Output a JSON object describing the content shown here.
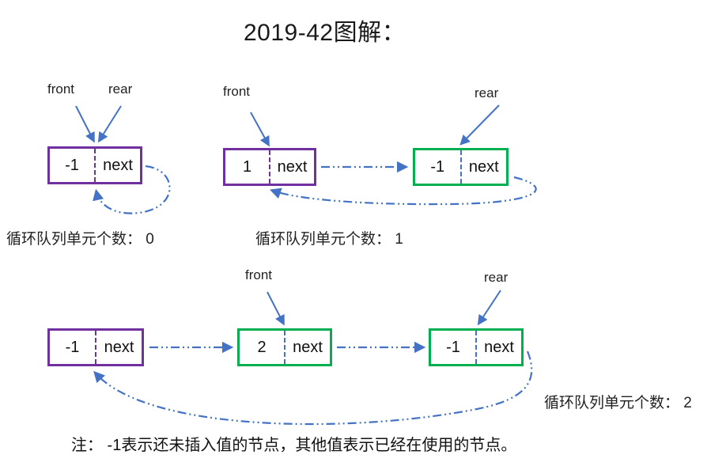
{
  "title": "2019-42图解：",
  "colors": {
    "arrow_blue": "#4472C4",
    "node_purple": "#7030A0",
    "node_green": "#00B050",
    "text": "#1c1c1c"
  },
  "diagrams": [
    {
      "front_label": "front",
      "rear_label": "rear",
      "nodes": [
        {
          "value": "-1",
          "next_label": "next"
        }
      ],
      "caption": "循环队列单元个数： 0"
    },
    {
      "front_label": "front",
      "rear_label": "rear",
      "nodes": [
        {
          "value": "1",
          "next_label": "next"
        },
        {
          "value": "-1",
          "next_label": "next"
        }
      ],
      "caption": "循环队列单元个数： 1"
    },
    {
      "front_label": "front",
      "rear_label": "rear",
      "nodes": [
        {
          "value": "-1",
          "next_label": "next"
        },
        {
          "value": "2",
          "next_label": "next"
        },
        {
          "value": "-1",
          "next_label": "next"
        }
      ],
      "caption": "循环队列单元个数： 2"
    }
  ],
  "note": "注： -1表示还未插入值的节点，其他值表示已经在使用的节点。"
}
